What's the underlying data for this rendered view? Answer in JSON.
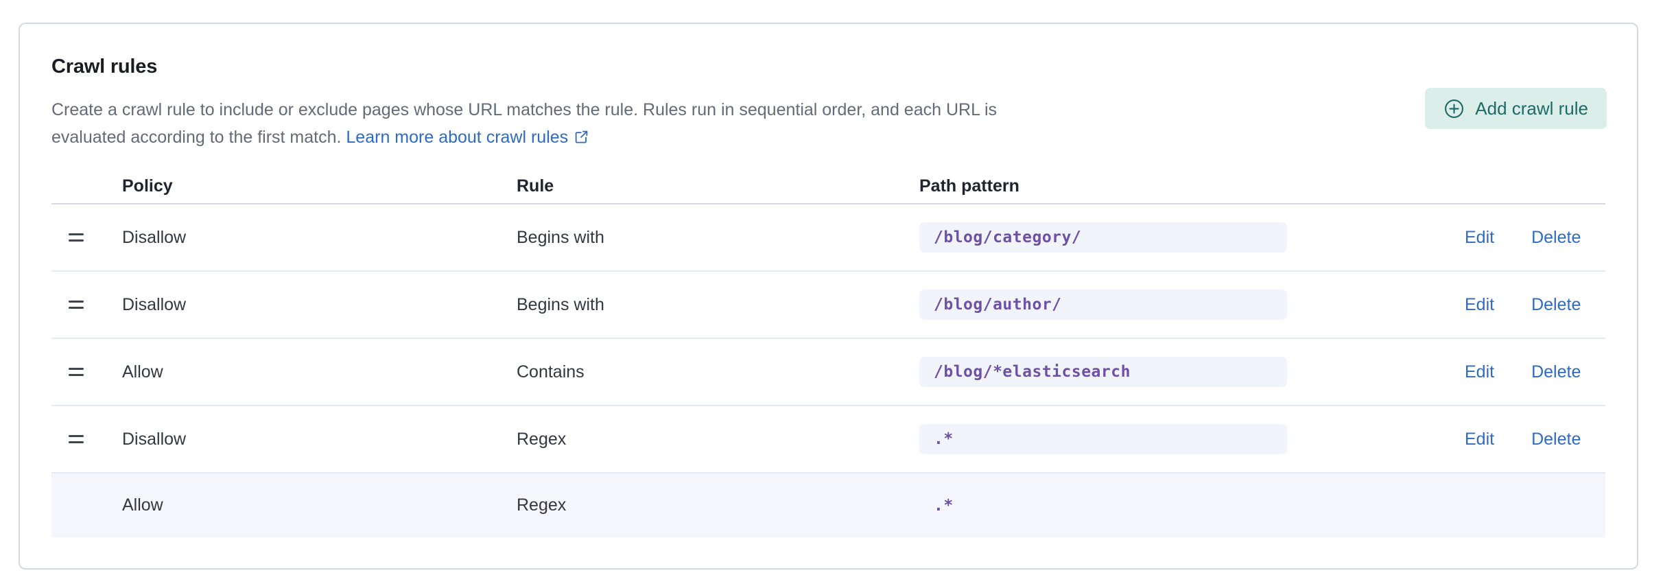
{
  "panel": {
    "title": "Crawl rules",
    "description": {
      "line1": "Create a crawl rule to include or exclude pages whose URL matches the rule. Rules run in sequential order, and each URL is",
      "line2": "evaluated according to the first match.",
      "learn_more_label": "Learn more about crawl rules"
    },
    "add_button": {
      "label": "Add crawl rule",
      "icon": "plus-in-circle-icon"
    }
  },
  "table": {
    "columns": [
      "Policy",
      "Rule",
      "Path pattern"
    ],
    "rows": [
      {
        "policy": "Disallow",
        "rule": "Begins with",
        "path_pattern": "/blog/category/",
        "pattern_boxed": true,
        "draggable": true,
        "actions": [
          "Edit",
          "Delete"
        ],
        "highlighted": false
      },
      {
        "policy": "Disallow",
        "rule": "Begins with",
        "path_pattern": "/blog/author/",
        "pattern_boxed": true,
        "draggable": true,
        "actions": [
          "Edit",
          "Delete"
        ],
        "highlighted": false
      },
      {
        "policy": "Allow",
        "rule": "Contains",
        "path_pattern": "/blog/*elasticsearch",
        "pattern_boxed": true,
        "draggable": true,
        "actions": [
          "Edit",
          "Delete"
        ],
        "highlighted": false
      },
      {
        "policy": "Disallow",
        "rule": "Regex",
        "path_pattern": ".*",
        "pattern_boxed": true,
        "draggable": true,
        "actions": [
          "Edit",
          "Delete"
        ],
        "highlighted": false
      },
      {
        "policy": "Allow",
        "rule": "Regex",
        "path_pattern": ".*",
        "pattern_boxed": false,
        "draggable": false,
        "actions": [],
        "highlighted": true
      }
    ]
  },
  "colors": {
    "link_blue": "#2d6bc4",
    "button_teal_bg": "#dbeeea",
    "button_teal_text": "#1f6b64",
    "code_purple": "#6c51a5",
    "code_bg": "#f1f4fa",
    "highlight_row_bg": "#f4f6fb",
    "panel_border": "#d3dae6"
  }
}
